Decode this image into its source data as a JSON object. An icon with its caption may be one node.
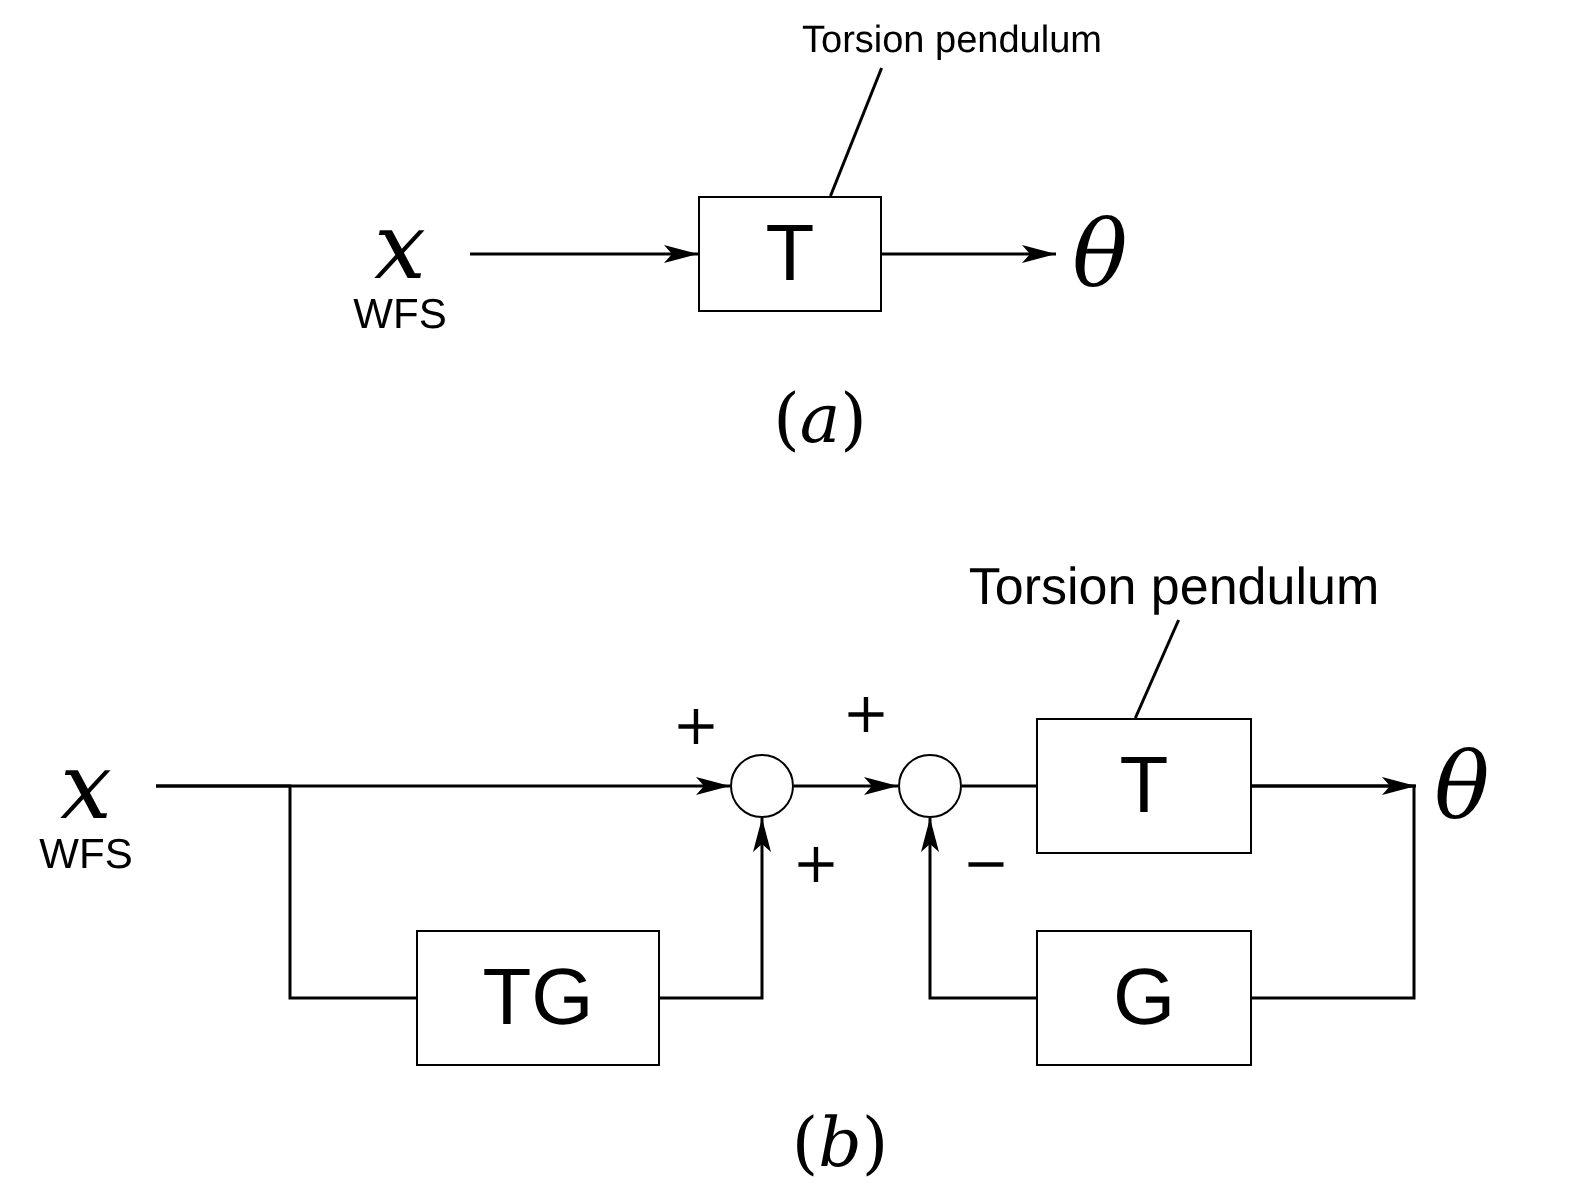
{
  "diagram": {
    "nodes": [
      {
        "text": [
          "Torsion pendulum"
        ]
      },
      {
        "text": [
          "x",
          "WFS"
        ]
      },
      {
        "text": [
          "T"
        ]
      },
      {
        "text": [
          "θ"
        ]
      },
      {
        "text": [
          "Torsion pendulum"
        ]
      },
      {
        "text": [
          "x",
          "WFS"
        ]
      },
      {
        "text": [],
        "shape": "circle"
      },
      {
        "text": [],
        "shape": "circle"
      },
      {
        "text": [
          "T"
        ]
      },
      {
        "text": [
          "θ"
        ]
      },
      {
        "text": [
          "TG"
        ]
      },
      {
        "text": [
          "G"
        ]
      }
    ],
    "edges": [
      {
        "from": 1,
        "to": 2,
        "arrow": "to"
      },
      {
        "from": 2,
        "to": 3,
        "arrow": "to"
      },
      {
        "from": 0,
        "to": 2,
        "arrow": "none"
      },
      {
        "from": 5,
        "to": 6,
        "arrow": "to"
      },
      {
        "from": 5,
        "to": 10,
        "arrow": "none"
      },
      {
        "from": 10,
        "to": 6,
        "arrow": "to"
      },
      {
        "from": 6,
        "to": 7,
        "arrow": "to"
      },
      {
        "from": 7,
        "to": 8,
        "arrow": "none"
      },
      {
        "from": 8,
        "to": 9,
        "arrow": "to"
      },
      {
        "from": 8,
        "to": 11,
        "arrow": "none"
      },
      {
        "from": 11,
        "to": 7,
        "arrow": "to"
      },
      {
        "from": 4,
        "to": 8,
        "arrow": "none"
      }
    ],
    "labels": [
      "(*a*)",
      "+",
      "+",
      "+",
      "−",
      "(*b*)"
    ]
  }
}
